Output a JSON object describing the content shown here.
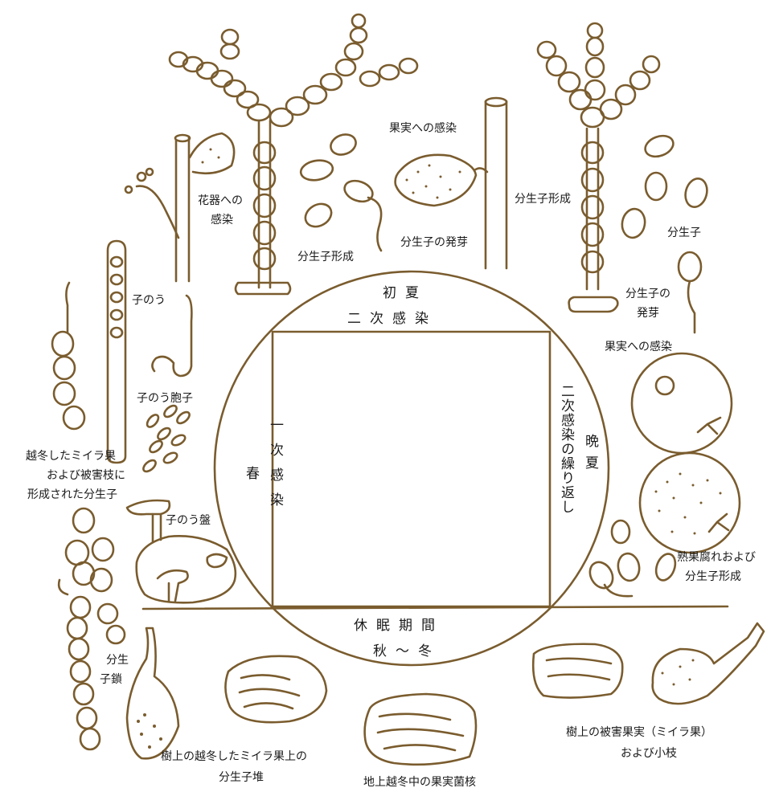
{
  "colors": {
    "ink": "#7a5c2e",
    "text": "#1a1a1a",
    "background": "#ffffff"
  },
  "cycle": {
    "early_summer": {
      "season": "初夏",
      "stage": "二次感染"
    },
    "late_summer": {
      "season": "晩夏",
      "stage": "二次感染の繰り返し"
    },
    "autumn_winter": {
      "stage": "休眠期間",
      "season": "秋〜冬"
    },
    "spring": {
      "season": "春",
      "stage": "一次感染"
    }
  },
  "labels": {
    "fruit_infection_top": "果実への感染",
    "conidia_formation_top_right": "分生子形成",
    "conidia_formation_top_center": "分生子形成",
    "conidia_germination_top": "分生子の発芽",
    "flower_infection_line1": "花器への",
    "flower_infection_line2": "感染",
    "ascus": "子のう",
    "ascospore": "子のう胞子",
    "overwintered_line1": "越冬したミイラ果",
    "overwintered_line2": "および被害枝に",
    "overwintered_line3": "形成された分生子",
    "apothecium": "子のう盤",
    "conidia_chain_line1": "分生",
    "conidia_chain_line2": "子鎖",
    "tree_sporodochium_line1": "樹上の越冬したミイラ果上の",
    "tree_sporodochium_line2": "分生子堆",
    "ground_sclerotium": "地上越冬中の果実菌核",
    "tree_mummy_line1": "樹上の被害果実（ミイラ果）",
    "tree_mummy_line2": "および小枝",
    "rot_line1": "熟果腐れおよび",
    "rot_line2": "分生子形成",
    "fruit_infection_right": "果実への感染",
    "conidia": "分生子",
    "conidia_germination_right_line1": "分生子の",
    "conidia_germination_right_line2": "発芽"
  }
}
